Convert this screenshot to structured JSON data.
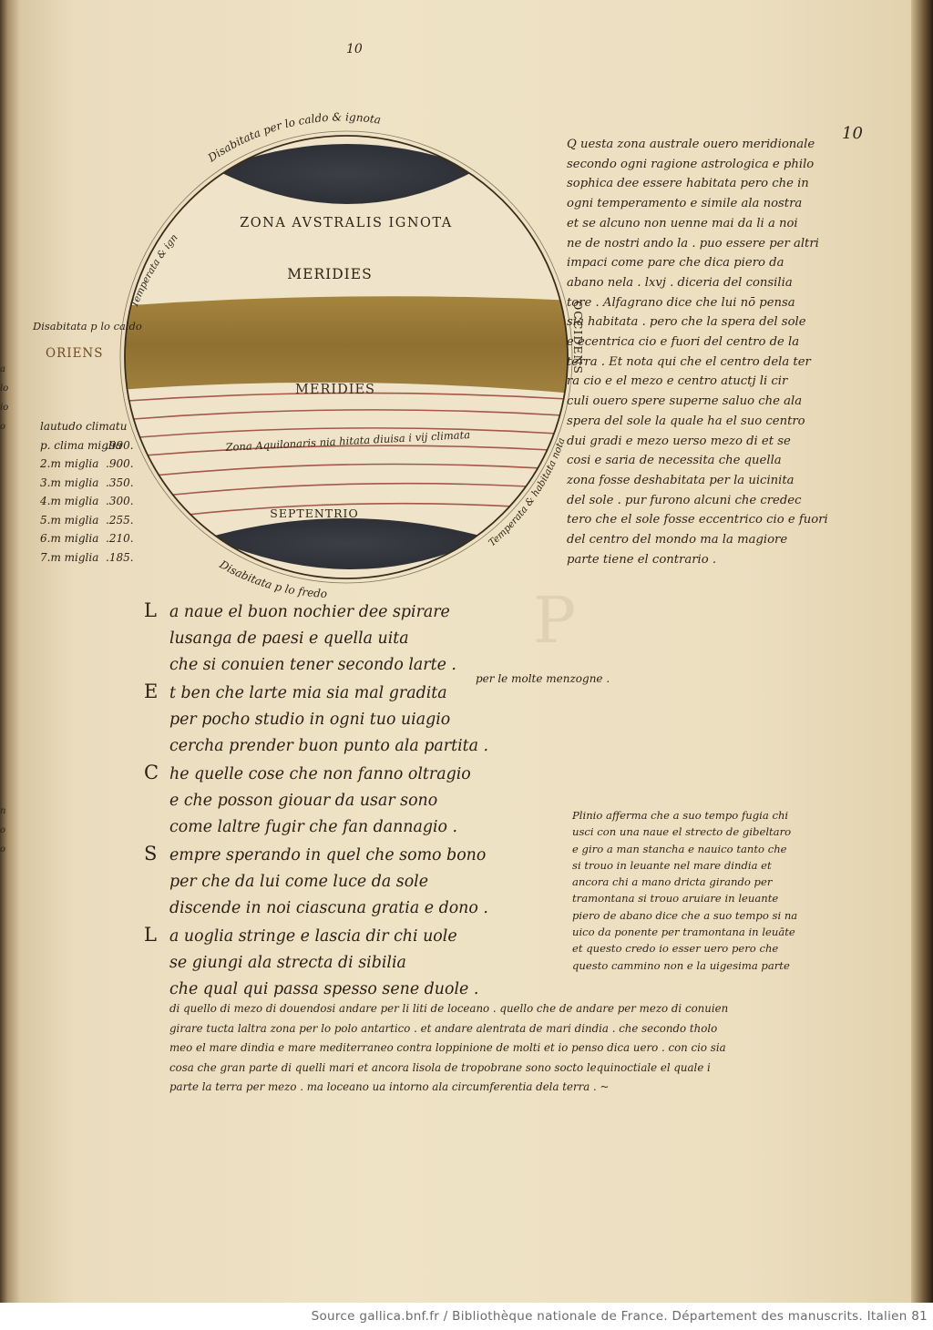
{
  "folio": {
    "top_center": "10",
    "top_right": "10"
  },
  "diagram": {
    "arc_top": "Disabitata per lo caldo & ignota",
    "arc_left_upper": "Temperata & ignota",
    "arc_bottom": "Disabitata p lo fredo",
    "arc_right_lower": "Temperata & habitata nota",
    "zona_australis": "ZONA AVSTRALIS IGNOTA",
    "meridies_upper": "MERIDIES",
    "meridies_lower": "MERIDIES",
    "zona_aquilonaris": "Zona Aquilonaris nia hitata diuisa i vij climata",
    "septentrio": "SEPTENTRIO",
    "oriens_note": "Disabitata p lo caldo",
    "oriens": "ORIENS",
    "occidens": "OCCIDENS",
    "colors": {
      "dark": "#35383f",
      "gold": "#9a7a37",
      "red_line": "#a4574a",
      "ink": "#3a2d1c"
    }
  },
  "latitude_table": {
    "heading": "lautudo climatu",
    "rows": [
      {
        "label": "p. clima miglia",
        "value": ".990."
      },
      {
        "label": "2.m miglia",
        "value": ".900."
      },
      {
        "label": "3.m miglia",
        "value": ".350."
      },
      {
        "label": "4.m miglia",
        "value": ".300."
      },
      {
        "label": "5.m miglia",
        "value": ".255."
      },
      {
        "label": "6.m miglia",
        "value": ".210."
      },
      {
        "label": "7.m miglia",
        "value": ".185."
      }
    ]
  },
  "commentary_top": [
    "Q uesta zona australe ouero meridionale",
    "secondo ogni ragione astrologica e philo",
    "sophica dee essere habitata pero che in",
    "ogni temperamento e simile ala nostra",
    "et se alcuno non uenne mai da li a noi",
    "ne de nostri ando la . puo essere per altri",
    "impaci come pare che dica piero da",
    "abano nela . lxvj . diceria del consilia",
    "tore . Alfagrano dice che lui nō pensa",
    "sia habitata . pero che la spera del sole",
    "e ecentrica cio e fuori del centro de la",
    "terra . Et nota qui che el centro dela ter",
    "ra cio e el mezo e centro atuctj li cir",
    "culi ouero spere superne saluo che ala",
    "spera del sole la quale ha el suo centro",
    "dui gradi e mezo uerso mezo di et se",
    "cosi e saria de necessita che quella",
    "zona fosse deshabitata per la uicinita",
    "del sole . pur furono alcuni che credec",
    "tero che el sole fosse eccentrico cio e fuori",
    "del centro del mondo ma la magiore",
    "parte tiene el contrario ."
  ],
  "verse": [
    {
      "cap": "L",
      "text": "a naue el buon nochier dee spirare"
    },
    {
      "cap": "",
      "text": "lusanga de paesi e quella uita"
    },
    {
      "cap": "",
      "text": "che si conuien tener secondo larte ."
    },
    {
      "cap": "E",
      "text": "t ben che larte mia sia mal gradita"
    },
    {
      "cap": "",
      "text": "per pocho studio in ogni tuo uiagio"
    },
    {
      "cap": "",
      "text": "cercha prender buon punto ala partita ."
    },
    {
      "cap": "C",
      "text": "he quelle cose che non fanno oltragio"
    },
    {
      "cap": "",
      "text": "e che posson giouar da usar sono"
    },
    {
      "cap": "",
      "text": "come laltre fugir che fan dannagio ."
    },
    {
      "cap": "S",
      "text": "empre sperando in quel che somo bono"
    },
    {
      "cap": "",
      "text": "per che da lui come luce da sole"
    },
    {
      "cap": "",
      "text": "discende in noi ciascuna gratia e dono ."
    },
    {
      "cap": "L",
      "text": "a uoglia stringe e lascia dir chi uole"
    },
    {
      "cap": "",
      "text": "se giungi ala strecta di sibilia"
    },
    {
      "cap": "",
      "text": "che qual qui passa spesso sene duole ."
    }
  ],
  "gloss": "per le molte menzogne .",
  "commentary_mid": [
    "Plinio afferma che a suo tempo fugia chi",
    "usci con una naue el strecto de gibeltaro",
    "e giro a man stancha e nauico tanto che",
    "si trouo in leuante nel mare dindia et",
    "ancora chi a mano dricta girando per",
    "tramontana si trouo aruiare in leuante",
    "piero de abano dice che a suo tempo si na",
    "uico da ponente per tramontana in leuāte",
    "et questo credo io esser uero pero che",
    "questo cammino non e la uigesima parte"
  ],
  "commentary_bottom": [
    "di quello di mezo di douendosi andare per li liti de loceano . quello che de andare per mezo di conuien",
    "girare tucta laltra zona per lo polo antartico . et andare alentrata de mari dindia . che secondo tholo",
    "meo el mare dindia e mare mediterraneo contra loppinione de molti et io penso dica uero . con cio sia",
    "cosa che gran parte di quelli mari et ancora lisola de tropobrane sono socto lequinoctiale el quale i",
    "parte la terra per mezo . ma loceano ua intorno ala circumferentia dela terra . ~"
  ],
  "source_line": "Source gallica.bnf.fr / Bibliothèque nationale de France. Département des manuscrits. Italien 81"
}
